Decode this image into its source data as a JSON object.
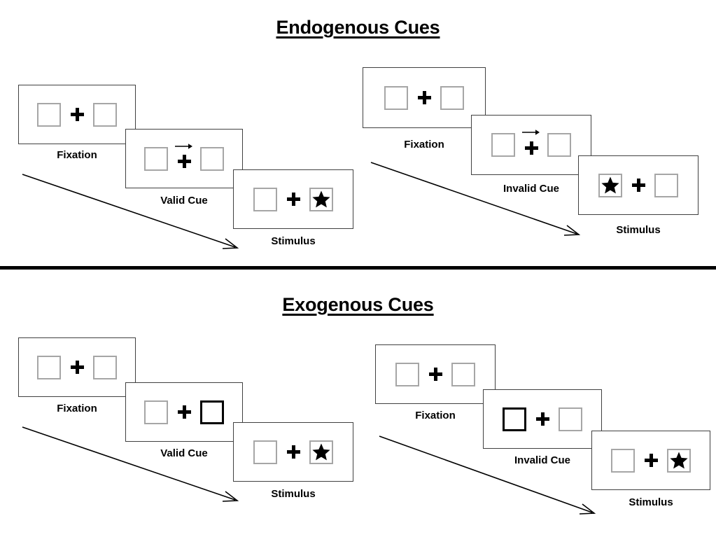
{
  "sections": [
    {
      "id": "endogenous",
      "title": "Endogenous Cues",
      "cue_type": "arrow",
      "sequences": [
        {
          "id": "valid",
          "panels": [
            {
              "label": "Fixation",
              "left_box": "empty",
              "right_box": "empty",
              "center": "plus"
            },
            {
              "label": "Valid Cue",
              "left_box": "empty",
              "right_box": "empty",
              "center": "plus-with-right-arrow"
            },
            {
              "label": "Stimulus",
              "left_box": "empty",
              "right_box": "star",
              "center": "plus"
            }
          ]
        },
        {
          "id": "invalid",
          "panels": [
            {
              "label": "Fixation",
              "left_box": "empty",
              "right_box": "empty",
              "center": "plus"
            },
            {
              "label": "Invalid Cue",
              "left_box": "empty",
              "right_box": "empty",
              "center": "plus-with-right-arrow"
            },
            {
              "label": "Stimulus",
              "left_box": "star",
              "right_box": "empty",
              "center": "plus"
            }
          ]
        }
      ]
    },
    {
      "id": "exogenous",
      "title": "Exogenous Cues",
      "cue_type": "box-highlight",
      "sequences": [
        {
          "id": "valid",
          "panels": [
            {
              "label": "Fixation",
              "left_box": "empty",
              "right_box": "empty",
              "center": "plus"
            },
            {
              "label": "Valid Cue",
              "left_box": "empty",
              "right_box": "cued",
              "center": "plus"
            },
            {
              "label": "Stimulus",
              "left_box": "empty",
              "right_box": "star",
              "center": "plus"
            }
          ]
        },
        {
          "id": "invalid",
          "panels": [
            {
              "label": "Fixation",
              "left_box": "empty",
              "right_box": "empty",
              "center": "plus"
            },
            {
              "label": "Invalid Cue",
              "left_box": "cued",
              "right_box": "empty",
              "center": "plus"
            },
            {
              "label": "Stimulus",
              "left_box": "empty",
              "right_box": "star",
              "center": "plus"
            }
          ]
        }
      ]
    }
  ],
  "icons": {
    "plus": "plus-fixation-cross",
    "star": "black-star",
    "arrow_cue": "right-arrow-cue",
    "flow_arrow": "diagonal-time-arrow"
  },
  "colors": {
    "ink": "#000000",
    "panel_border": "#404040",
    "box_border": "#a6a6a6",
    "cued_box_border": "#000000",
    "background": "#ffffff",
    "divider": "#000000"
  }
}
